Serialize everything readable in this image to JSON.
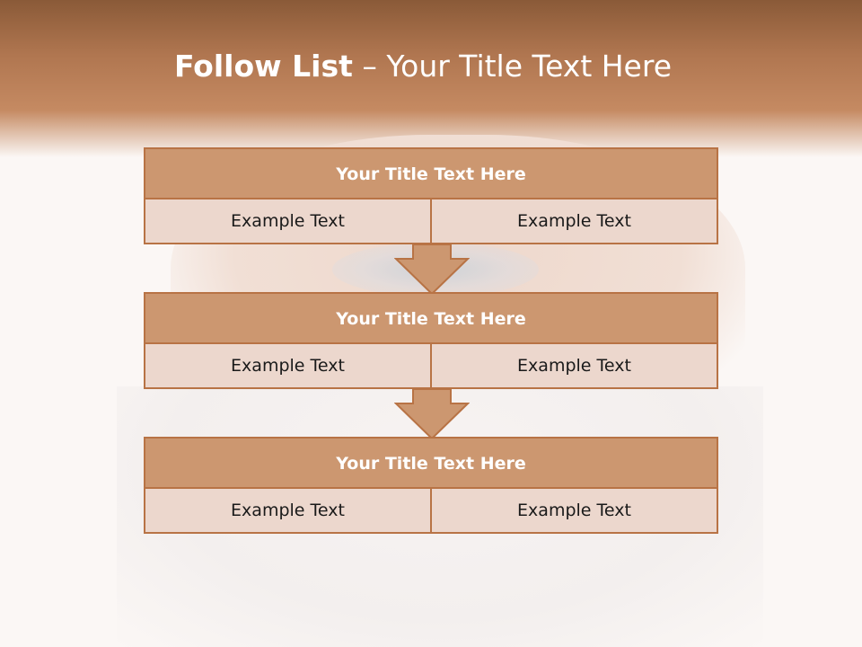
{
  "slide": {
    "title_bold": "Follow List",
    "title_rest": "– Your Title Text Here"
  },
  "steps": [
    {
      "heading": "Your Title Text Here",
      "left": "Example Text",
      "right": "Example Text"
    },
    {
      "heading": "Your Title Text Here",
      "left": "Example Text",
      "right": "Example Text"
    },
    {
      "heading": "Your Title Text Here",
      "left": "Example Text",
      "right": "Example Text"
    }
  ],
  "colors": {
    "header_fill": "#cc9770",
    "cell_fill": "#ecd7cd",
    "border": "#b87345",
    "arrow_fill": "#cc9770"
  }
}
